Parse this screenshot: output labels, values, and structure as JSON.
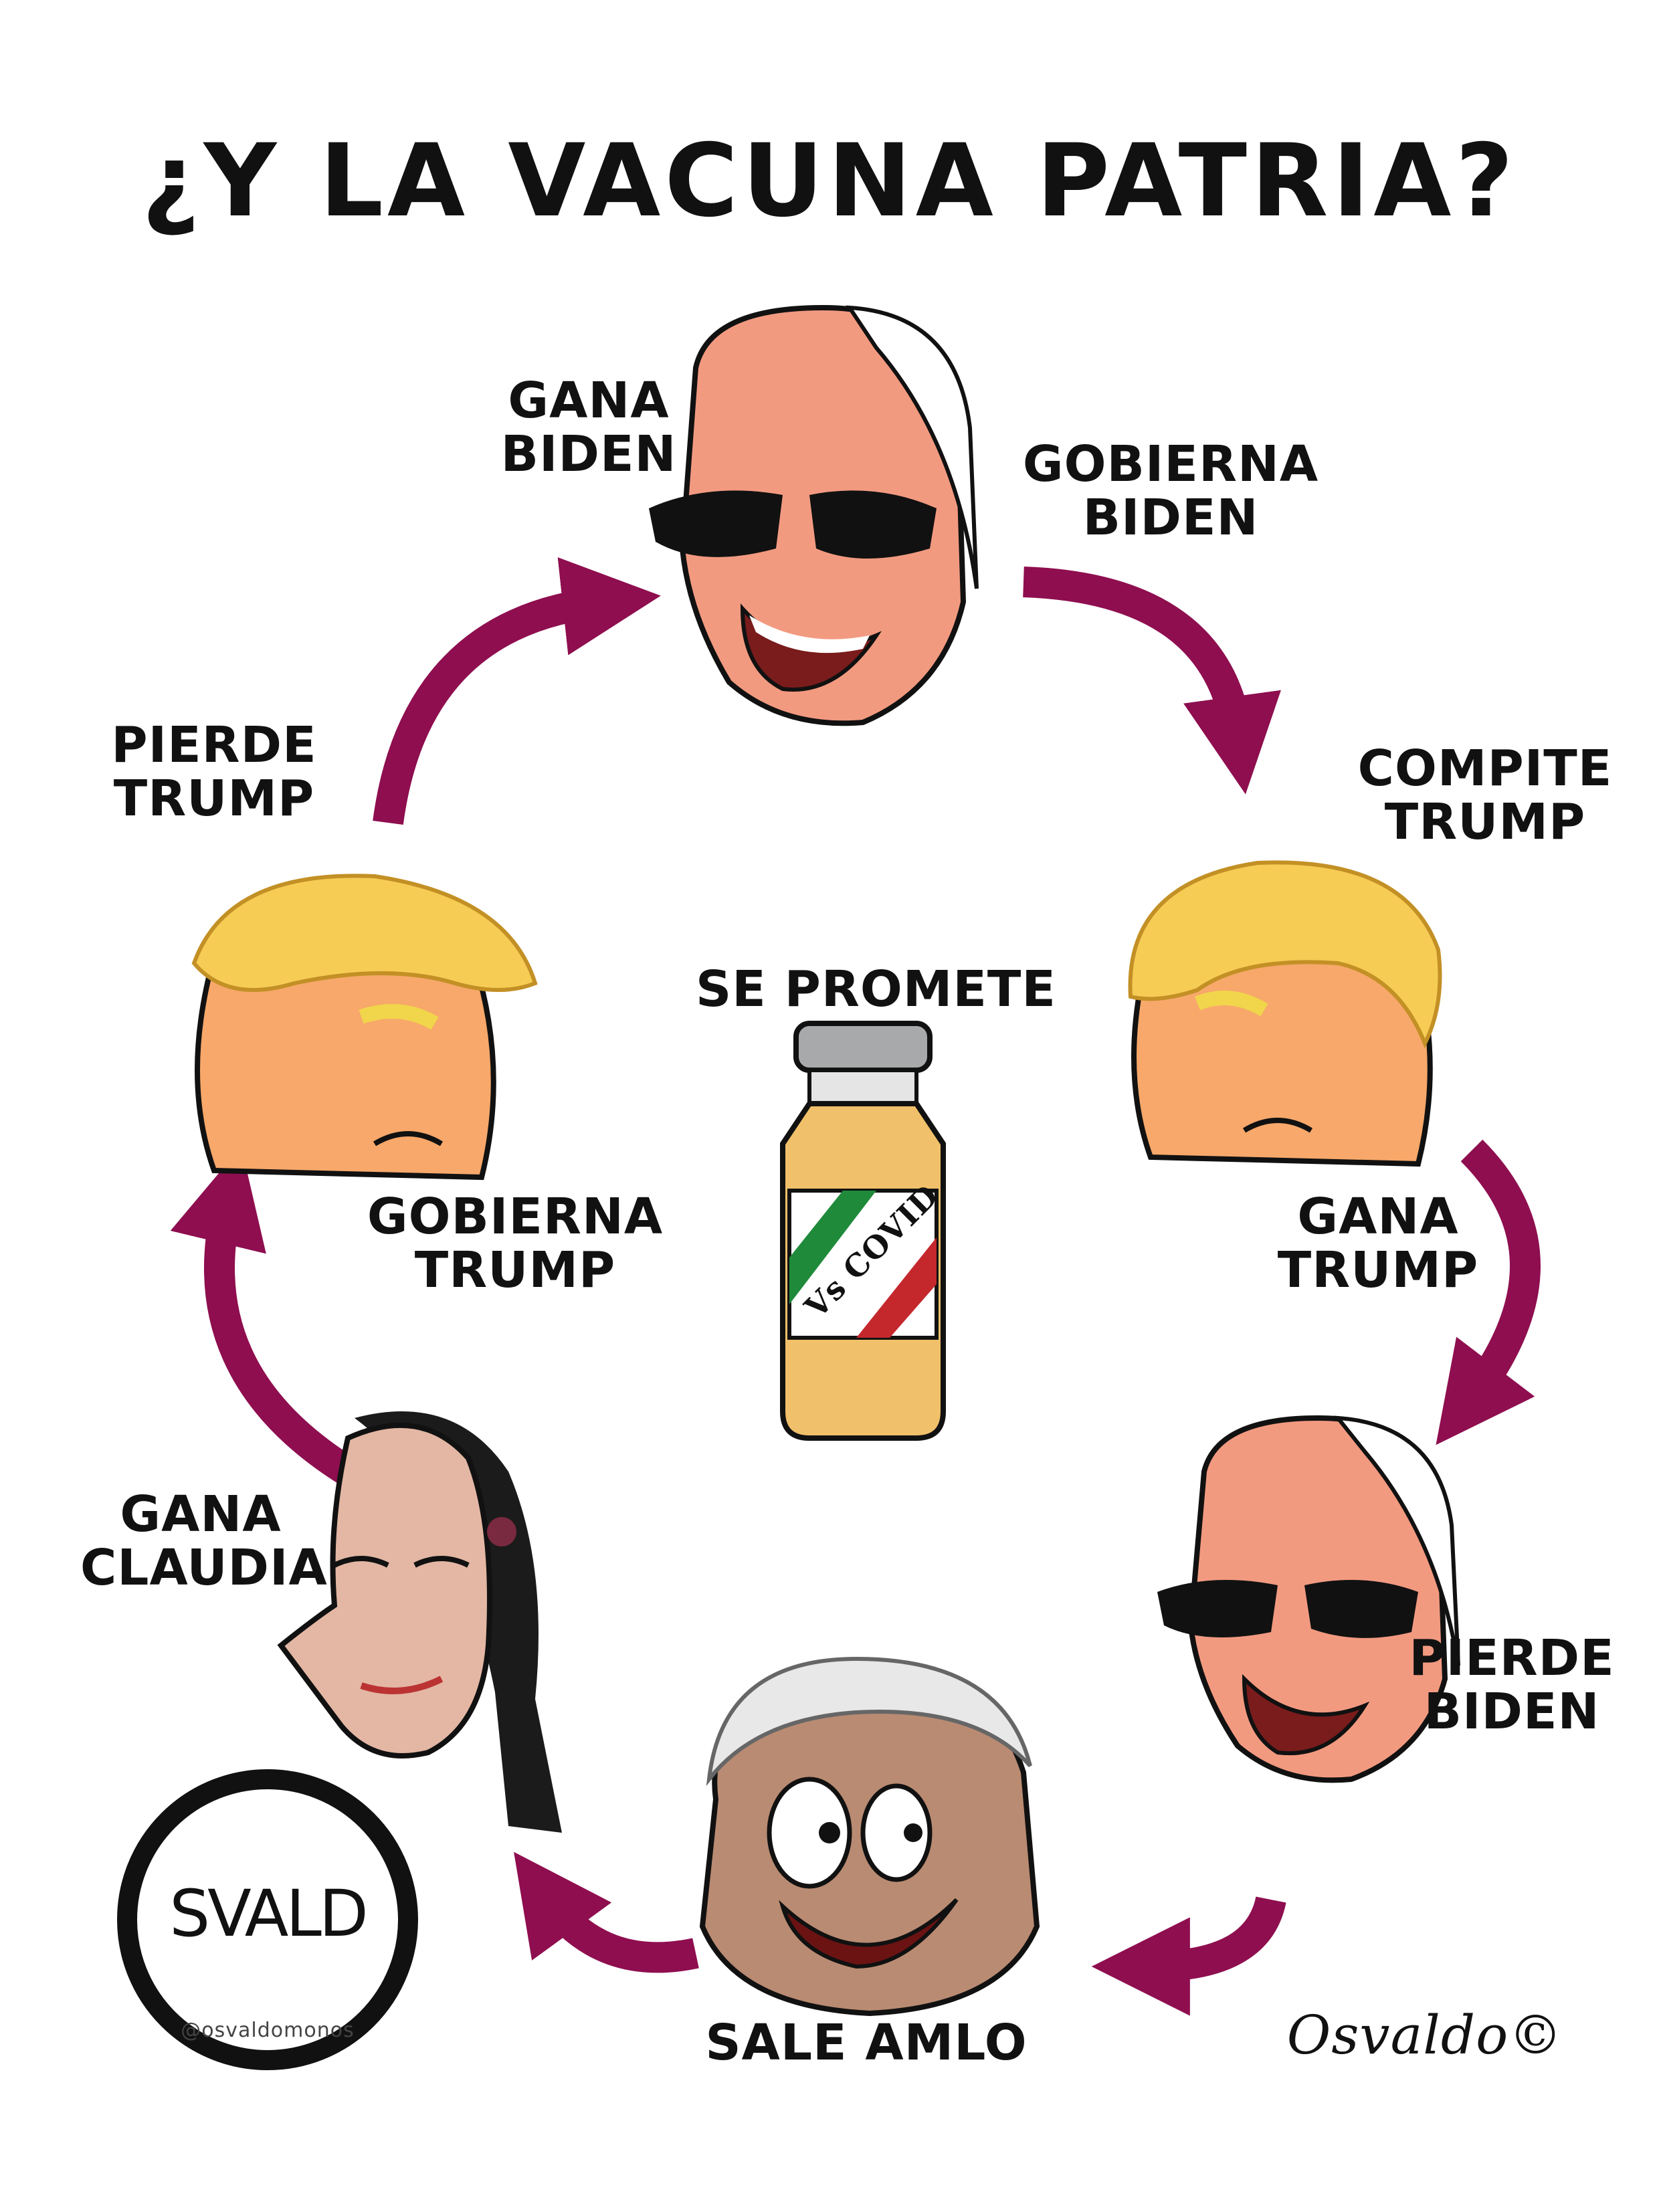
{
  "title": "¿Y LA VACUNA PATRIA?",
  "labels": {
    "gana_biden": [
      "GANA",
      "BIDEN"
    ],
    "gobierna_biden": [
      "GOBIERNA",
      "BIDEN"
    ],
    "compite_trump": [
      "COMPITE",
      "TRUMP"
    ],
    "gana_trump": [
      "GANA",
      "TRUMP"
    ],
    "pierde_biden": [
      "PIERDE",
      "BIDEN"
    ],
    "sale_amlo": "SALE AMLO",
    "gana_claudia": [
      "GANA",
      "CLAUDIA"
    ],
    "gobierna_trump": [
      "GOBIERNA",
      "TRUMP"
    ],
    "pierde_trump": [
      "PIERDE",
      "TRUMP"
    ],
    "se_promete": "SE PROMETE"
  },
  "vial": {
    "label": "Vs COVID"
  },
  "logo": {
    "text": "SVALD",
    "handle": "@osvaldomonos"
  },
  "signature": "Osvaldo©",
  "colors": {
    "arrow": "#8e0e4f",
    "skin_biden": "#f29a80",
    "skin_trump": "#f7a86a",
    "hair_trump": "#f6cc55",
    "skin_amlo": "#b98b72",
    "skin_claudia": "#e3b7a4",
    "vial_liquid": "#f1c06a",
    "vial_cap": "#a7a9ab"
  }
}
